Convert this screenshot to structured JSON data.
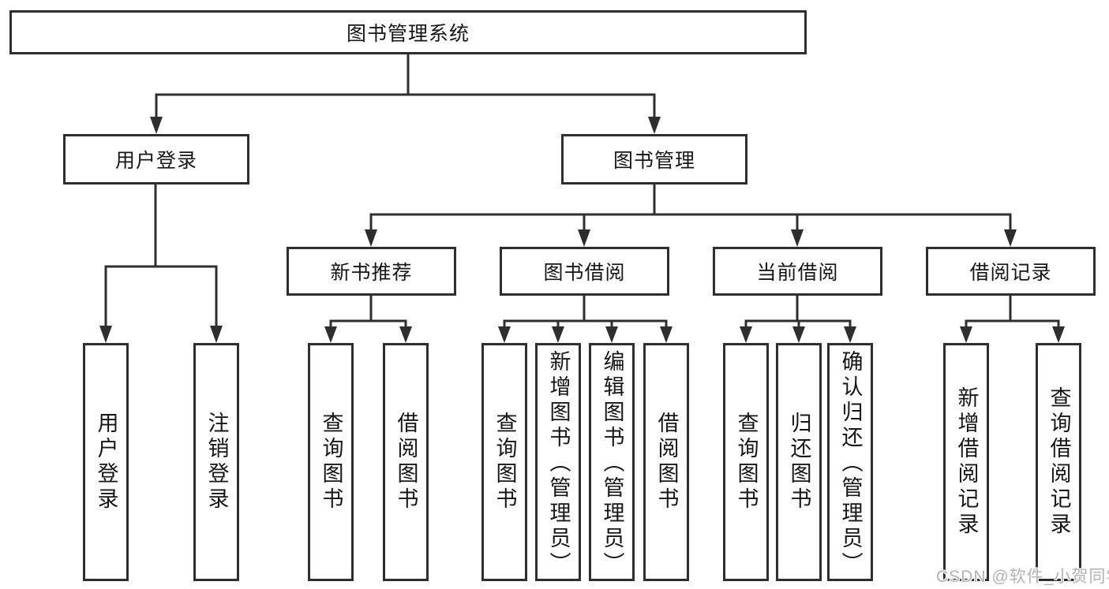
{
  "nodes": {
    "root": "图书管理系统",
    "l2": [
      "用户登录",
      "图书管理"
    ],
    "l3": [
      "新书推荐",
      "图书借阅",
      "当前借阅",
      "借阅记录"
    ],
    "leaves_login": [
      "用户登录",
      "注销登录"
    ],
    "leaves_recommend": [
      "查询图书",
      "借阅图书"
    ],
    "leaves_borrow": [
      "查询图书",
      "新增图书（管理员）",
      "编辑图书（管理员）",
      "借阅图书"
    ],
    "leaves_current": [
      "查询图书",
      "归还图书",
      "确认归还（管理员）"
    ],
    "leaves_records": [
      "新增借阅记录",
      "查询借阅记录"
    ]
  },
  "watermark": {
    "text": "CSDN @软件_小贺同学"
  },
  "theme": {
    "line_color": "#2e2e2e",
    "box_border_color": "#2e2e2e",
    "text_color": "#161616",
    "background": "#ffffff",
    "watermark_color": "#b3b3b3"
  }
}
